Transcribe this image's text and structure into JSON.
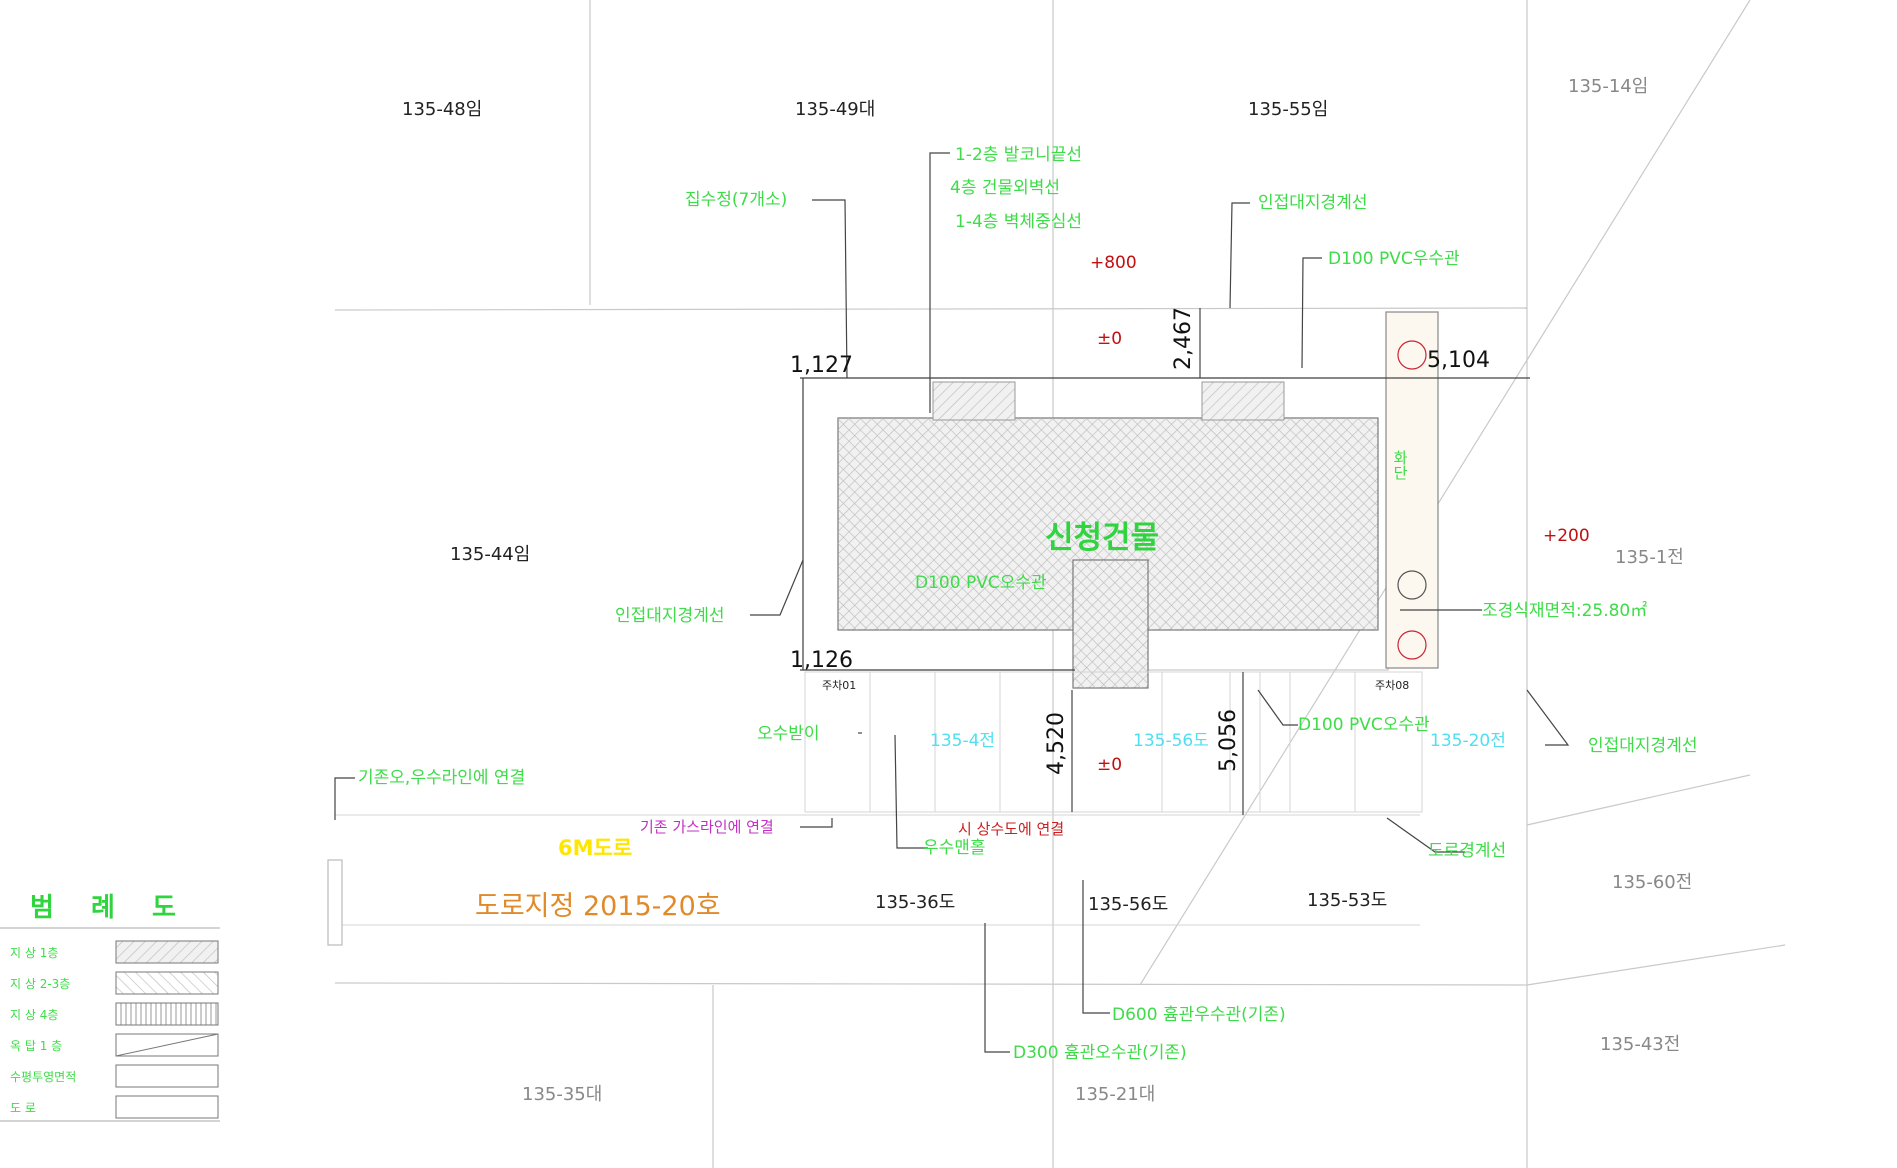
{
  "parcels": {
    "p_48": "135-48임",
    "p_49": "135-49대",
    "p_55": "135-55임",
    "p_14": "135-14임",
    "p_44": "135-44임",
    "p_1": "135-1전",
    "p_60": "135-60전",
    "p_43": "135-43전",
    "p_36": "135-36도",
    "p_56": "135-56도",
    "p_53": "135-53도",
    "p_35": "135-35대",
    "p_21": "135-21대"
  },
  "building": {
    "label": "신청건물",
    "landscape_label": "화단",
    "landscape_area": "조경식재면적:25.80㎡"
  },
  "annotations": {
    "balcony_line": "1-2층 발코니끝선",
    "wall_line_4f": "4층 건물외벽선",
    "wall_center_1_4f": "1-4층 벽체중심선",
    "inlet": "집수정(7개소)",
    "adjacent_boundary_top": "인접대지경계선",
    "pvc_pipe": "D100 PVC우수관",
    "adjacent_boundary_left": "인접대지경계선",
    "sewer_pipe_inner": "D100 PVC오수관",
    "rainwater_sump": "오수받이",
    "sewer_pipe_right": "D100 PVC오수관",
    "adjacent_boundary_right": "인접대지경계선",
    "connect_existing_lines": "기존오,우수라인에 연결",
    "connect_gas": "기존 가스라인에 연결",
    "rainwater_manhole": "우수맨홀",
    "connect_water": "시 상수도에 연결",
    "road_boundary": "도로경계선",
    "road_name": "6M도로",
    "road_designation": "도로지정 2015-20호",
    "storm_pipe_existing": "D600 흄관우수관(기존)",
    "sewer_pipe_existing": "D300 흄관오수관(기존)",
    "parking_left": "주차01",
    "parking_right": "주차08",
    "parking_1": "135-4전",
    "parking_2": "135-56도",
    "parking_3": "135-20전"
  },
  "dimensions": {
    "d_1127": "1,127",
    "d_5104": "5,104",
    "d_2467": "2,467",
    "d_1126": "1,126",
    "d_4520": "4,520",
    "d_5056": "5,056"
  },
  "levels": {
    "l_800": "+800",
    "l_0_top": "±0",
    "l_200": "+200",
    "l_0_bottom": "±0"
  },
  "legend": {
    "title": "범 례 도",
    "items": [
      {
        "label": "지 상  1층"
      },
      {
        "label": "지 상  2-3층"
      },
      {
        "label": "지 상  4층"
      },
      {
        "label": "옥 탑  1 층"
      },
      {
        "label": "수평투영면적"
      },
      {
        "label": "도        로"
      }
    ]
  },
  "colors": {
    "annotation_green": "#3ddc48",
    "level_red": "#c01010",
    "road_orange": "#e08a2a",
    "road_yellow": "#ffe600"
  }
}
